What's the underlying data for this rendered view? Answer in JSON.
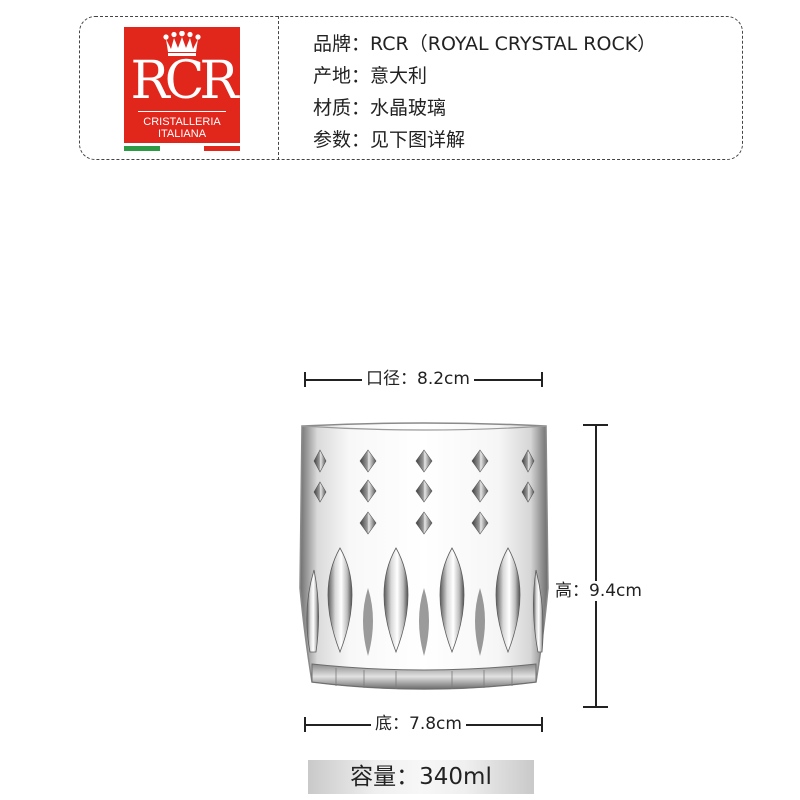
{
  "logo": {
    "mark": "RCR",
    "line1": "CRISTALLERIA",
    "line2": "ITALIANA",
    "color": "#e1261c",
    "flag_colors": [
      "#2f9a45",
      "#ffffff",
      "#e1261c"
    ]
  },
  "specs": [
    {
      "label": "品牌：",
      "value": "RCR（ROYAL CRYSTAL ROCK）"
    },
    {
      "label": "产地：",
      "value": "意大利"
    },
    {
      "label": "材质：",
      "value": "水晶玻璃"
    },
    {
      "label": "参数：",
      "value": "见下图详解"
    }
  ],
  "dimensions": {
    "mouth": "口径：8.2cm",
    "height": "高：9.4cm",
    "base": "底：7.8cm"
  },
  "capacity": "容量：340ml"
}
